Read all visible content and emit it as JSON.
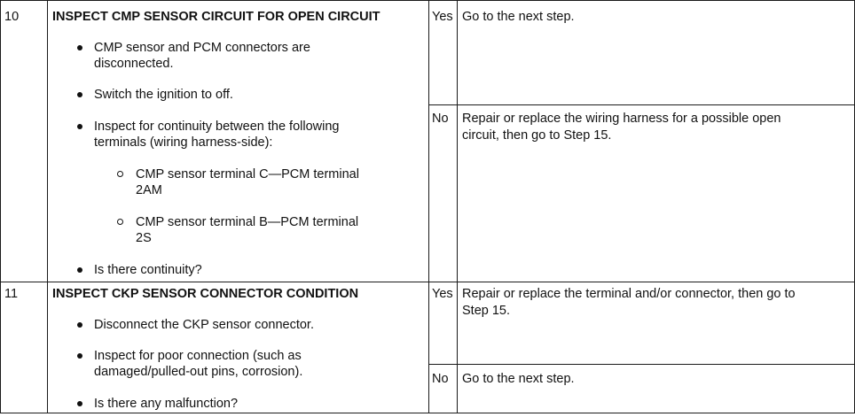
{
  "rows": [
    {
      "step": "10",
      "title": "INSPECT CMP SENSOR CIRCUIT FOR OPEN CIRCUIT",
      "bullets": [
        [
          "CMP sensor and PCM connectors are",
          "disconnected."
        ],
        [
          "Switch the ignition to off."
        ],
        [
          "Inspect for continuity between the following",
          "terminals (wiring harness-side):"
        ],
        [
          "Is there continuity?"
        ]
      ],
      "sub_bullets": [
        [
          "CMP sensor terminal C—PCM terminal",
          "2AM"
        ],
        [
          "CMP sensor terminal B—PCM terminal",
          "2S"
        ]
      ],
      "results": [
        {
          "answer": "Yes",
          "action": [
            "Go to the next step."
          ]
        },
        {
          "answer": "No",
          "action": [
            "Repair or replace the wiring harness for a possible open",
            "circuit, then go to Step 15."
          ]
        }
      ]
    },
    {
      "step": "11",
      "title": "INSPECT CKP SENSOR CONNECTOR CONDITION",
      "bullets": [
        [
          "Disconnect the CKP sensor connector."
        ],
        [
          "Inspect for poor connection (such as",
          "damaged/pulled-out pins, corrosion)."
        ],
        [
          "Is there any malfunction?"
        ]
      ],
      "results": [
        {
          "answer": "Yes",
          "action": [
            "Repair or replace the terminal and/or connector, then go to",
            "Step 15."
          ]
        },
        {
          "answer": "No",
          "action": [
            "Go to the next step."
          ]
        }
      ]
    }
  ]
}
